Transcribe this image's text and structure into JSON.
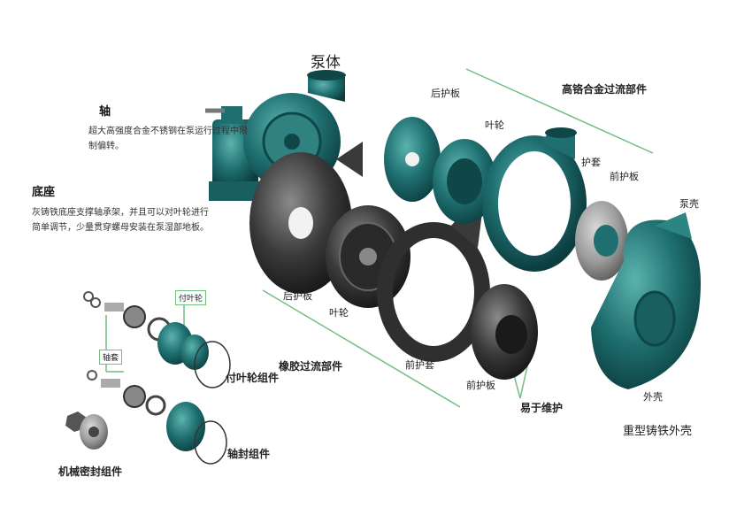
{
  "labels": {
    "pump_body": "泵体",
    "shaft_title": "轴",
    "shaft_desc": "超大高强度合金不锈钢在泵运行过程中限制偏转。",
    "base_title": "底座",
    "base_desc": "灰铸铁底座支撑轴承架，并且可以对叶轮进行简单调节，少量贯穿螺母安装在泵湿部地板。",
    "rear_liner_top": "后护板",
    "impeller_top": "叶轮",
    "high_chrome": "高铬合金过流部件",
    "sheath": "护套",
    "front_liner_top": "前护板",
    "pump_casing": "泵壳",
    "rear_liner_bottom": "后护板",
    "impeller_bottom": "叶轮",
    "rubber_parts": "橡胶过流部件",
    "front_sheath": "前护套",
    "front_liner_bottom": "前护板",
    "easy_maint": "易于维护",
    "outer_shell": "外壳",
    "cast_iron": "重型铸铁外壳",
    "expeller_box": "付叶轮",
    "shaft_sleeve_box": "轴套",
    "expeller_assembly": "付叶轮组件",
    "shaft_seal_assembly": "轴封组件",
    "mech_seal_assembly": "机械密封组件"
  },
  "colors": {
    "teal": "#1f6f70",
    "teal_light": "#3a9a98",
    "teal_dark": "#0f4748",
    "rubber": "#3a3a3a",
    "rubber_light": "#6a6a6a",
    "guide_line": "#6fbf7f"
  }
}
